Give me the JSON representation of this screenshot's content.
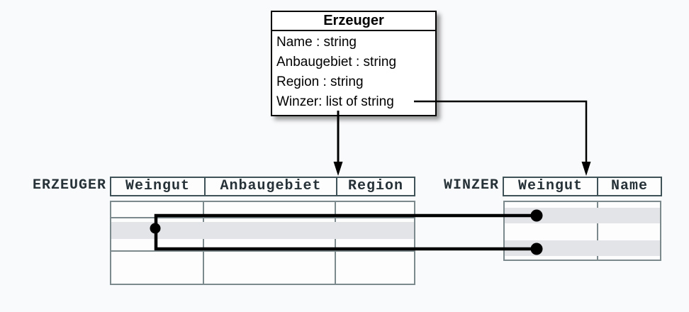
{
  "diagram_title": "Erzeuger class to relational tables mapping",
  "class_box": {
    "title": "Erzeuger",
    "attributes": [
      "Name : string",
      "Anbaugebiet : string",
      "Region : string",
      "Winzer: list of string"
    ]
  },
  "tables": {
    "erzeuger": {
      "label": "ERZEUGER",
      "columns": [
        "Weingut",
        "Anbaugebiet",
        "Region"
      ],
      "highlighted_rows": 1,
      "rows_empty": true
    },
    "winzer": {
      "label": "WINZER",
      "columns": [
        "Weingut",
        "Name"
      ],
      "highlighted_rows": 2,
      "rows_empty": true
    }
  },
  "connections": {
    "arrow_class_to_erzeuger": "Erzeuger class maps to ERZEUGER table",
    "arrow_winzer_attribute_to_winzer_table": "Winzer list attribute maps to WINZER table",
    "foreign_key_link": "ERZEUGER highlighted row linked to two WINZER rows"
  },
  "colors": {
    "background": "#f9fafb",
    "class_box_bg": "#ffffff",
    "class_box_border": "#000000",
    "table_text": "#263238",
    "header_border": "#3f5257",
    "grid_border": "#7d8a8d",
    "highlight_row": "#e2e4e8",
    "connector": "#000000"
  }
}
